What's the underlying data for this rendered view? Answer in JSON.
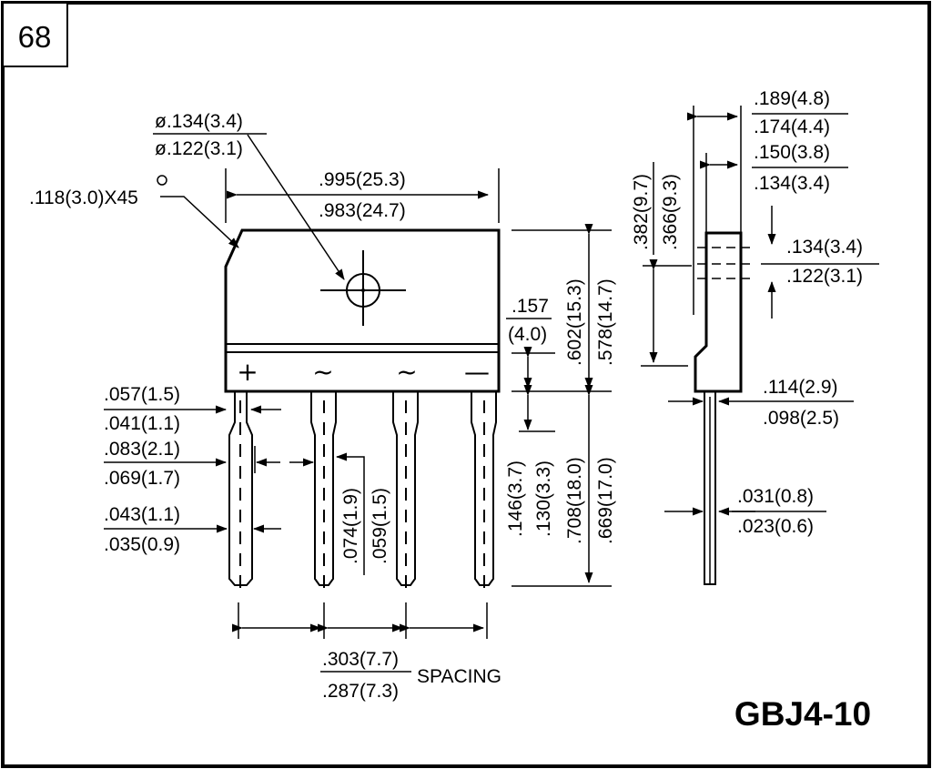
{
  "page_number": "68",
  "part_name": "GBJ4-10",
  "pins": {
    "pin_1": "+",
    "pin_2": "~",
    "pin_3": "~",
    "pin_4": "—"
  },
  "dims": {
    "hole_max": "ø.134(3.4)",
    "hole_min": "ø.122(3.1)",
    "chamfer": ".118(3.0)X45",
    "body_len_max": ".995(25.3)",
    "body_len_min": ".983(24.7)",
    "step_h": ".157",
    "step_h_mm": "(4.0)",
    "body_h_max": ".602(15.3)",
    "body_h_min": ".578(14.7)",
    "lead_step_max": ".146(3.7)",
    "lead_step_min": ".130(3.3)",
    "lead_len_max": ".708(18.0)",
    "lead_len_min": ".669(17.0)",
    "pw1_max": ".057(1.5)",
    "pw1_min": ".041(1.1)",
    "pw2_max": ".083(2.1)",
    "pw2_min": ".069(1.7)",
    "pw3_max": ".043(1.1)",
    "pw3_min": ".035(0.9)",
    "pin_gap_max": ".074(1.9)",
    "pin_gap_min": ".059(1.5)",
    "spacing_max": ".303(7.7)",
    "spacing_min": ".287(7.3)",
    "spacing_label": "SPACING",
    "side_w_max": ".189(4.8)",
    "side_w_min": ".174(4.4)",
    "side_top_max": ".150(3.8)",
    "side_top_min": ".134(3.4)",
    "side_h_max": ".382(9.7)",
    "side_h_min": ".366(9.3)",
    "side_hole_max": ".134(3.4)",
    "side_hole_min": ".122(3.1)",
    "side_lead_max": ".114(2.9)",
    "side_lead_min": ".098(2.5)",
    "side_thk_max": ".031(0.8)",
    "side_thk_min": ".023(0.6)"
  }
}
